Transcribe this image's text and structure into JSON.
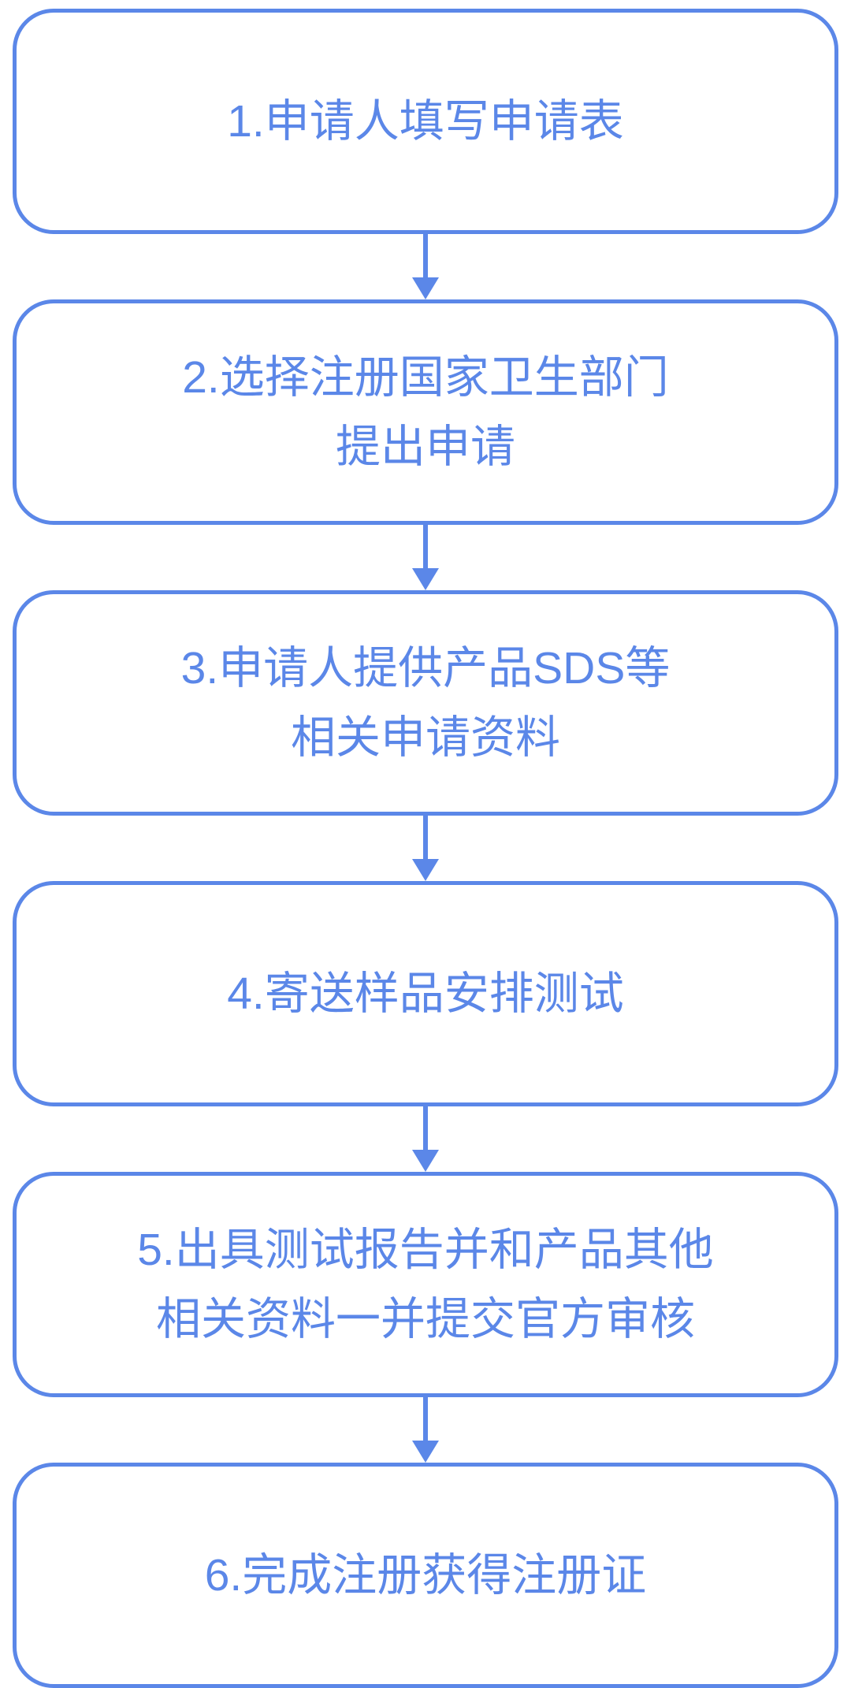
{
  "theme": {
    "accent_color": "#5b87e8",
    "background_color": "#ffffff"
  },
  "flowchart": {
    "title": "",
    "steps": [
      {
        "label": "1.申请人填写申请表"
      },
      {
        "label": "2.选择注册国家卫生部门\n提出申请"
      },
      {
        "label": "3.申请人提供产品SDS等\n相关申请资料"
      },
      {
        "label": "4.寄送样品安排测试"
      },
      {
        "label": "5.出具测试报告并和产品其他\n相关资料一并提交官方审核"
      },
      {
        "label": "6.完成注册获得注册证"
      }
    ]
  }
}
